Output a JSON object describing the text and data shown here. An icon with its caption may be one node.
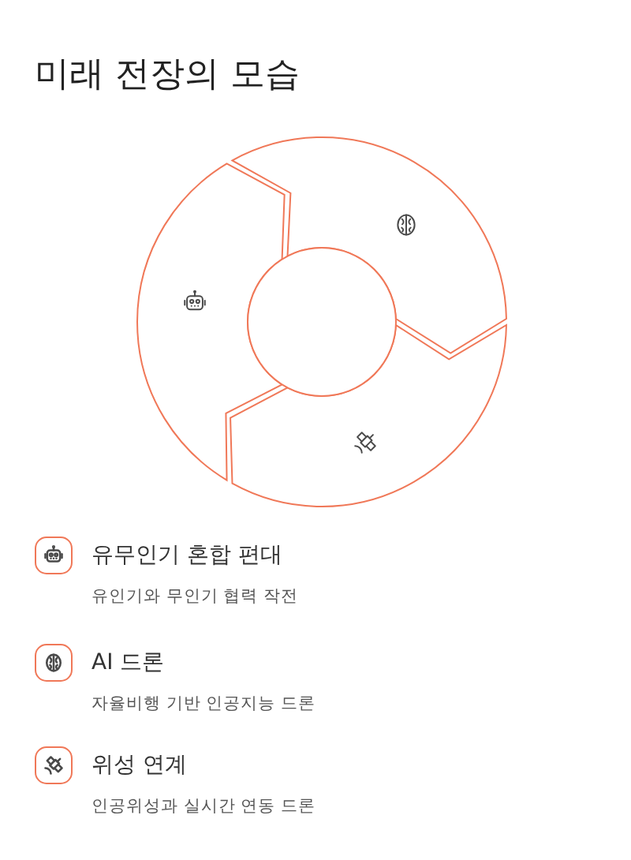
{
  "diagram": {
    "title": "미래 전장의 모습",
    "nodes": [
      {
        "text": [],
        "shape": "arc"
      },
      {
        "text": [],
        "shape": "arc"
      },
      {
        "text": [],
        "shape": "arc"
      },
      {
        "text": [],
        "shape": "circle"
      },
      {
        "text": [
          "유무인기 혼합 편대",
          "유인기와 무인기 협력 작전"
        ]
      },
      {
        "text": [
          "AI 드론",
          "자율비행 기반 인공지능 드론"
        ]
      },
      {
        "text": [
          "위성 연계",
          "인공위성과 실시간 연동 드론"
        ]
      }
    ]
  }
}
